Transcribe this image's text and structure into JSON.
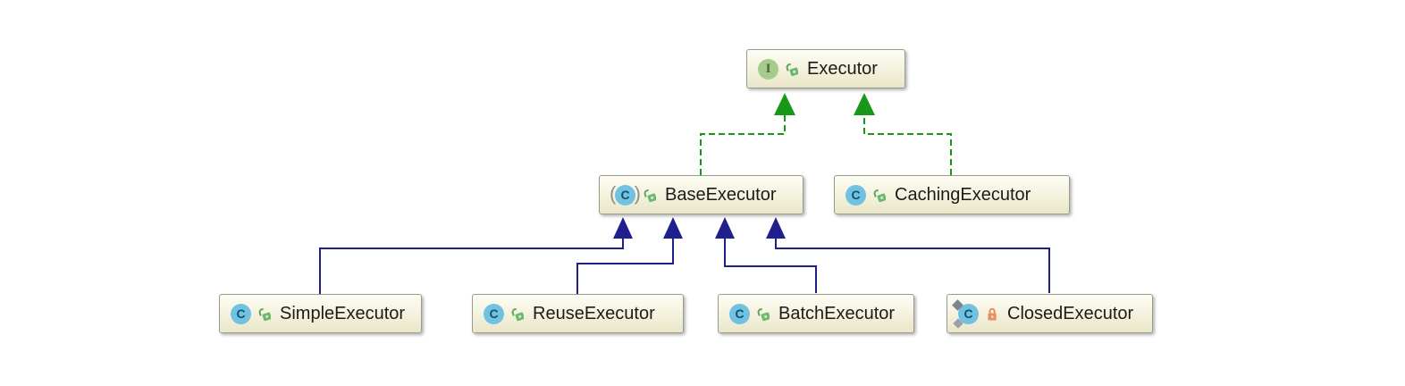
{
  "diagram": {
    "type": "uml-class-diagram",
    "colors": {
      "implements_edge": "#189818",
      "extends_edge": "#20208D",
      "node_fill_top": "#fdfdf4",
      "node_fill_bottom": "#e9e6c9",
      "node_border": "#9b9b8d",
      "interface_icon_bg": "#a6cc8c",
      "class_icon_bg": "#70c1e2",
      "public_lock": "#5da65d",
      "private_lock": "#e78f63"
    },
    "nodes": [
      {
        "id": "executor",
        "label": "Executor",
        "kind": "interface",
        "icon_letter": "I",
        "visibility": "public"
      },
      {
        "id": "base-executor",
        "label": "BaseExecutor",
        "kind": "abstract-class",
        "icon_letter": "C",
        "visibility": "public"
      },
      {
        "id": "caching-executor",
        "label": "CachingExecutor",
        "kind": "class",
        "icon_letter": "C",
        "visibility": "public"
      },
      {
        "id": "simple-executor",
        "label": "SimpleExecutor",
        "kind": "class",
        "icon_letter": "C",
        "visibility": "public"
      },
      {
        "id": "reuse-executor",
        "label": "ReuseExecutor",
        "kind": "class",
        "icon_letter": "C",
        "visibility": "public"
      },
      {
        "id": "batch-executor",
        "label": "BatchExecutor",
        "kind": "class",
        "icon_letter": "C",
        "visibility": "public"
      },
      {
        "id": "closed-executor",
        "label": "ClosedExecutor",
        "kind": "inner-class",
        "icon_letter": "C",
        "visibility": "private"
      }
    ],
    "edges": [
      {
        "from": "BaseExecutor",
        "to": "Executor",
        "type": "implements",
        "style": "green-dashed"
      },
      {
        "from": "CachingExecutor",
        "to": "Executor",
        "type": "implements",
        "style": "green-dashed"
      },
      {
        "from": "SimpleExecutor",
        "to": "BaseExecutor",
        "type": "extends",
        "style": "navy-solid"
      },
      {
        "from": "ReuseExecutor",
        "to": "BaseExecutor",
        "type": "extends",
        "style": "navy-solid"
      },
      {
        "from": "BatchExecutor",
        "to": "BaseExecutor",
        "type": "extends",
        "style": "navy-solid"
      },
      {
        "from": "ClosedExecutor",
        "to": "BaseExecutor",
        "type": "extends",
        "style": "navy-solid"
      }
    ]
  }
}
